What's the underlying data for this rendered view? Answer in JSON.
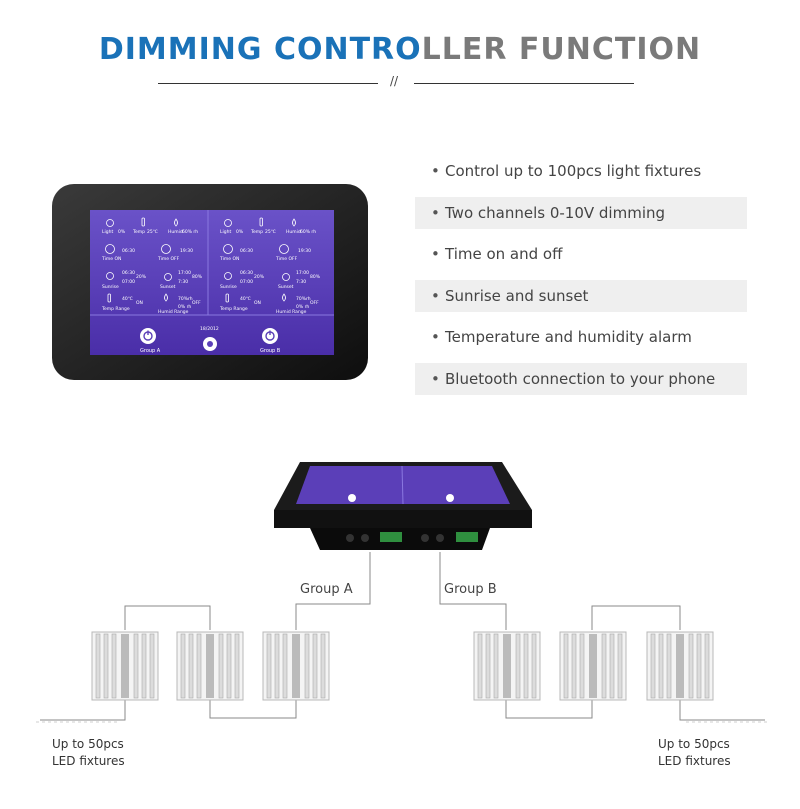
{
  "header": {
    "title_part1": "DIMMING CONTRO",
    "title_part2": "LLER FUNCTION",
    "divider_mark": "//"
  },
  "features": [
    "Control up to 100pcs light fixtures",
    "Two channels 0-10V dimming",
    "Time on and off",
    "Sunrise and sunset",
    "Temperature and humidity alarm",
    "Bluetooth connection to your phone"
  ],
  "screen": {
    "panels": [
      {
        "row1": [
          "Light",
          "0%",
          "Temp",
          "25℃",
          "Humid",
          "60% rh"
        ],
        "row2": [
          "06:30",
          "Time ON",
          "19:30",
          "Time OFF"
        ],
        "row3": [
          "06:30",
          "20%",
          "07:00",
          "Sunrise",
          "17:00",
          "80%",
          "7:30",
          "Sunset"
        ],
        "row4": [
          "40℃",
          "ON",
          "Temp Range",
          "70%rh",
          "OFF",
          "0% rh",
          "Humid Range"
        ]
      },
      {
        "row1": [
          "Light",
          "0%",
          "Temp",
          "25℃",
          "Humid",
          "60% rh"
        ],
        "row2": [
          "06:30",
          "Time ON",
          "19:30",
          "Time OFF"
        ],
        "row3": [
          "06:30",
          "20%",
          "07:00",
          "Sunrise",
          "17:00",
          "80%",
          "7:30",
          "Sunset"
        ],
        "row4": [
          "40℃",
          "ON",
          "Temp Range",
          "70%rh",
          "OFF",
          "0% rh",
          "Humid Range"
        ]
      }
    ],
    "date": "18/2012",
    "group_a": "Group A",
    "group_b": "Group B",
    "accent": "#5b3fb8"
  },
  "wiring": {
    "group_a_label": "Group A",
    "group_b_label": "Group B",
    "left_caption_line1": "Up to 50pcs",
    "left_caption_line2": "LED fixtures",
    "right_caption_line1": "Up to 50pcs",
    "right_caption_line2": "LED fixtures"
  }
}
